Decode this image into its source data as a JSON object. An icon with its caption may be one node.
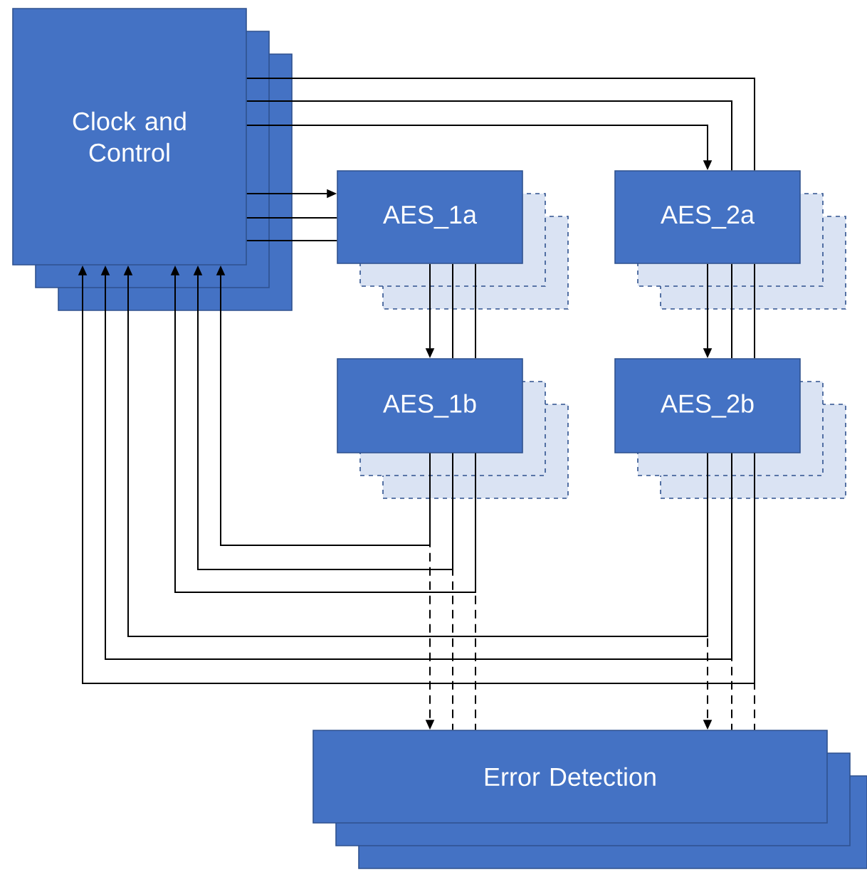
{
  "diagram": {
    "nodes": [
      {
        "text": [
          "Clock and Control"
        ]
      },
      {
        "text": [
          "AES_1a"
        ]
      },
      {
        "text": [
          "AES_2a"
        ]
      },
      {
        "text": [
          "AES_1b"
        ]
      },
      {
        "text": [
          "AES_2b"
        ]
      },
      {
        "text": [
          "Error Detection"
        ]
      }
    ],
    "edges": [
      {
        "from": 0,
        "to": 2,
        "arrow": "none"
      },
      {
        "from": 0,
        "to": 2,
        "arrow": "none"
      },
      {
        "from": 0,
        "to": 2,
        "arrow": "to"
      },
      {
        "from": 0,
        "to": 1,
        "arrow": "to"
      },
      {
        "from": 0,
        "to": 1,
        "arrow": "none"
      },
      {
        "from": 0,
        "to": 1,
        "arrow": "none"
      },
      {
        "from": 1,
        "to": 3,
        "arrow": "to"
      },
      {
        "from": 1,
        "to": 3,
        "arrow": "none"
      },
      {
        "from": 1,
        "to": 3,
        "arrow": "none"
      },
      {
        "from": 2,
        "to": 4,
        "arrow": "to"
      },
      {
        "from": 2,
        "to": 4,
        "arrow": "none"
      },
      {
        "from": 2,
        "to": 4,
        "arrow": "none"
      },
      {
        "from": 3,
        "to": 0,
        "arrow": "to"
      },
      {
        "from": 3,
        "to": 0,
        "arrow": "to"
      },
      {
        "from": 3,
        "to": 0,
        "arrow": "to"
      },
      {
        "from": 4,
        "to": 0,
        "arrow": "to"
      },
      {
        "from": 4,
        "to": 0,
        "arrow": "to"
      },
      {
        "from": 4,
        "to": 0,
        "arrow": "to"
      },
      {
        "from": 3,
        "to": 5,
        "arrow": "to",
        "style": "dashed"
      },
      {
        "from": 3,
        "to": 5,
        "arrow": "none",
        "style": "dashed"
      },
      {
        "from": 3,
        "to": 5,
        "arrow": "none",
        "style": "dashed"
      },
      {
        "from": 4,
        "to": 5,
        "arrow": "to",
        "style": "dashed"
      },
      {
        "from": 4,
        "to": 5,
        "arrow": "none",
        "style": "dashed"
      },
      {
        "from": 4,
        "to": 5,
        "arrow": "none",
        "style": "dashed"
      }
    ]
  }
}
